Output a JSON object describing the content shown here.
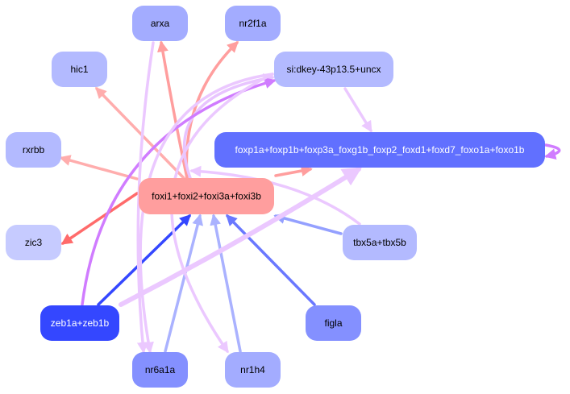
{
  "graph": {
    "type": "directed-network",
    "nodes": [
      {
        "id": "arxa",
        "label": "arxa",
        "fill": "#a3acff",
        "text_color": "#000000"
      },
      {
        "id": "nr2f1a",
        "label": "nr2f1a",
        "fill": "#a3acff",
        "text_color": "#000000"
      },
      {
        "id": "hic1",
        "label": "hic1",
        "fill": "#b3baff",
        "text_color": "#000000"
      },
      {
        "id": "sidkey",
        "label": "si:dkey-43p13.5+uncx",
        "fill": "#b3baff",
        "text_color": "#000000"
      },
      {
        "id": "foxp",
        "label": "foxp1a+foxp1b+foxp3a_foxg1b_foxp2_foxd1+foxd7_foxo1a+foxo1b",
        "fill": "#6170ff",
        "text_color": "#ffffff"
      },
      {
        "id": "rxrbb",
        "label": "rxrbb",
        "fill": "#b3baff",
        "text_color": "#000000"
      },
      {
        "id": "foxi",
        "label": "foxi1+foxi2+foxi3a+foxi3b",
        "fill": "#ff9e9e",
        "text_color": "#000000"
      },
      {
        "id": "zic3",
        "label": "zic3",
        "fill": "#c6cbff",
        "text_color": "#000000"
      },
      {
        "id": "tbx5",
        "label": "tbx5a+tbx5b",
        "fill": "#b3baff",
        "text_color": "#000000"
      },
      {
        "id": "zeb1",
        "label": "zeb1a+zeb1b",
        "fill": "#3447ff",
        "text_color": "#ffffff"
      },
      {
        "id": "figla",
        "label": "figla",
        "fill": "#8490ff",
        "text_color": "#000000"
      },
      {
        "id": "nr6a1a",
        "label": "nr6a1a",
        "fill": "#8490ff",
        "text_color": "#000000"
      },
      {
        "id": "nr1h4",
        "label": "nr1h4",
        "fill": "#a3acff",
        "text_color": "#000000"
      }
    ],
    "edges": [
      {
        "from": "foxi",
        "to": "arxa",
        "color": "#ff9e9e"
      },
      {
        "from": "foxi",
        "to": "nr2f1a",
        "color": "#ff9e9e"
      },
      {
        "from": "foxi",
        "to": "hic1",
        "color": "#ffadad"
      },
      {
        "from": "foxi",
        "to": "rxrbb",
        "color": "#ffadad"
      },
      {
        "from": "foxi",
        "to": "zic3",
        "color": "#ff6b6b"
      },
      {
        "from": "foxi",
        "to": "foxp",
        "color": "#ff9e9e"
      },
      {
        "from": "foxi",
        "to": "sidkey",
        "color": "#e8c4ff"
      },
      {
        "from": "zeb1",
        "to": "foxi",
        "color": "#3447ff"
      },
      {
        "from": "nr6a1a",
        "to": "foxi",
        "color": "#aab2ff"
      },
      {
        "from": "nr1h4",
        "to": "foxi",
        "color": "#aab2ff"
      },
      {
        "from": "figla",
        "to": "foxi",
        "color": "#6a78ff"
      },
      {
        "from": "tbx5",
        "to": "foxi",
        "color": "#94a0ff"
      },
      {
        "from": "sidkey",
        "to": "foxp",
        "color": "#ebc8ff"
      },
      {
        "from": "zeb1",
        "to": "sidkey",
        "color": "#d07cff"
      },
      {
        "from": "zeb1",
        "to": "foxp",
        "color": "#ebc8ff"
      },
      {
        "from": "arxa",
        "to": "nr6a1a",
        "color": "#ebc8ff"
      },
      {
        "from": "sidkey",
        "to": "nr6a1a",
        "color": "#ebc8ff"
      },
      {
        "from": "sidkey",
        "to": "nr1h4",
        "color": "#ebc8ff"
      },
      {
        "from": "tbx5",
        "to": "sidkey",
        "color": "#ebc8ff"
      },
      {
        "from": "foxp",
        "to": "foxp",
        "color": "#d07cff"
      }
    ]
  }
}
